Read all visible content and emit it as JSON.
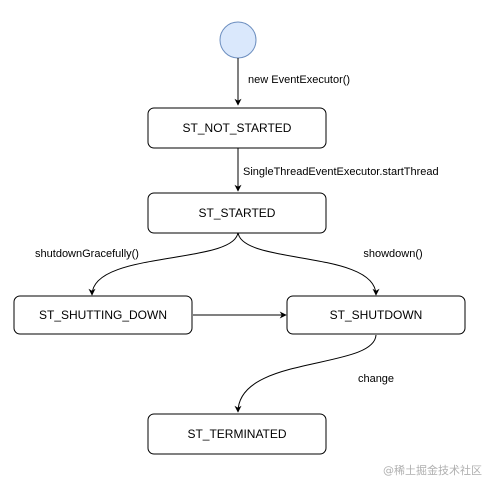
{
  "diagram": {
    "start_node": {
      "fill": "#dae8fc",
      "stroke": "#6c8ebf"
    },
    "states": {
      "not_started": "ST_NOT_STARTED",
      "started": "ST_STARTED",
      "shutting_down": "ST_SHUTTING_DOWN",
      "shutdown": "ST_SHUTDOWN",
      "terminated": "ST_TERMINATED"
    },
    "transitions": {
      "create": "new EventExecutor()",
      "start_thread": "SingleThreadEventExecutor.startThread",
      "shutdown_gracefully": "shutdownGracefully()",
      "showdown": "showdown()",
      "change": "change"
    }
  },
  "watermark": "@稀土掘金技术社区"
}
